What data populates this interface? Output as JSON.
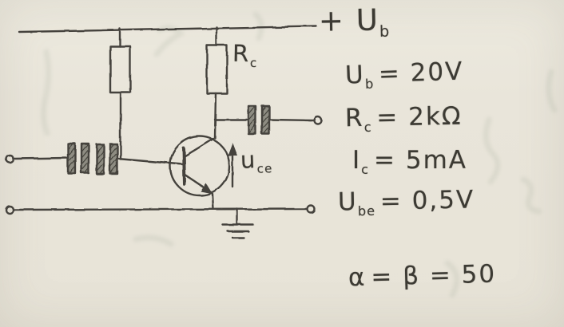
{
  "colors": {
    "paper": "#e9e5da",
    "pencil": "#45433d"
  },
  "labels": {
    "supply_rail": {
      "main": "+ U",
      "sub": "b"
    },
    "collector_resistor": {
      "main": "R",
      "sub": "c"
    },
    "collector_emitter_voltage": {
      "main": "u",
      "sub": "ce"
    }
  },
  "equations": [
    {
      "lhs": "U",
      "lhs_sub": "b",
      "rhs": "= 20V"
    },
    {
      "lhs": "R",
      "lhs_sub": "c",
      "rhs": "= 2kΩ"
    },
    {
      "lhs": "I",
      "lhs_sub": "c",
      "rhs": "= 5mA"
    },
    {
      "lhs": "U",
      "lhs_sub": "be",
      "rhs": "= 0,5V"
    },
    {
      "lhs": "α",
      "lhs_sub": "",
      "rhs": "= β = 50"
    }
  ]
}
